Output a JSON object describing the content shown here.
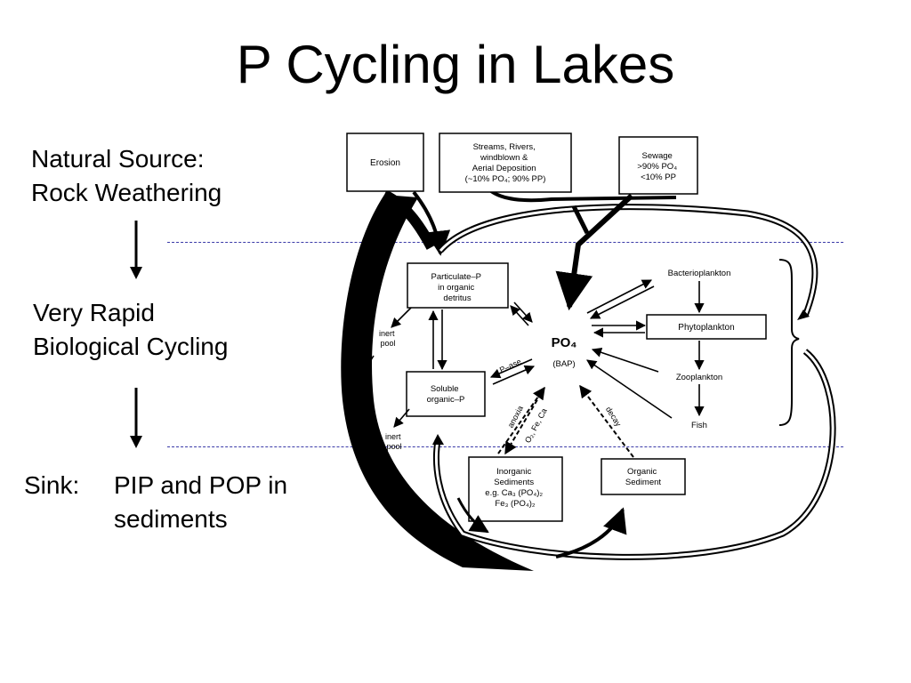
{
  "title": "P Cycling in Lakes",
  "left_text": {
    "source_line1": "Natural Source:",
    "source_line2": "Rock Weathering",
    "cycling_line1": "Very Rapid",
    "cycling_line2": "Biological Cycling",
    "sink_label": "Sink:",
    "sink_line1": "PIP and POP in",
    "sink_line2": "sediments"
  },
  "diagram": {
    "boxes": {
      "erosion": "Erosion",
      "streams": [
        "Streams, Rivers,",
        "windblown &",
        "Aerial Deposition",
        "(~10% PO₄; 90% PP)"
      ],
      "sewage": [
        "Sewage",
        ">90% PO₄",
        "<10% PP"
      ],
      "particulate": [
        "Particulate–P",
        "in organic",
        "detritus"
      ],
      "soluble": [
        "Soluble",
        "organic–P"
      ],
      "phytoplankton": "Phytoplankton",
      "inorganic": [
        "Inorganic",
        "Sediments",
        "e.g. Ca₃ (PO₄)₂",
        "Fe₃ (PO₄)₂"
      ],
      "organic_sediment": [
        "Organic",
        "Sediment"
      ]
    },
    "labels": {
      "po4": "PO₄",
      "bap": "(BAP)",
      "bacterioplankton": "Bacterioplankton",
      "zooplankton": "Zooplankton",
      "fish": "Fish",
      "inert_pool_1": [
        "inert",
        "pool"
      ],
      "inert_pool_2": [
        "inert",
        "pool"
      ],
      "p_ase": "P–ase",
      "anoxia": "anoxia",
      "o2_fe_ca": "O₂, Fe, Ca",
      "decay": "decay"
    }
  }
}
